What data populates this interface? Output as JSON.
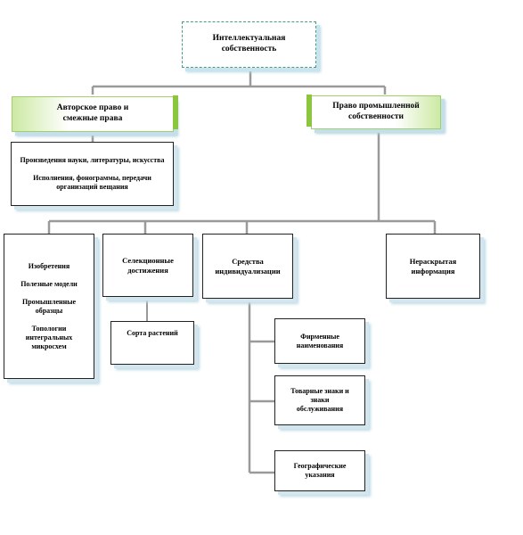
{
  "root": {
    "line1": "Интеллектуальная",
    "line2": "собственность"
  },
  "copyright": {
    "line1": "Авторское право и",
    "line2": "смежные права"
  },
  "industrial": {
    "line1": "Право промышленной",
    "line2": "собственности"
  },
  "copyright_objects": {
    "item1": "Произведения науки, литературы, искусства",
    "item2": "Исполнения, фонограммы, передачи организаций вещания"
  },
  "inventions": {
    "item1": "Изобретения",
    "item2": "Полезные модели",
    "item3": "Промышленные образцы",
    "item4": "Топологии интегральных микросхем"
  },
  "selection": {
    "line1": "Селекционные",
    "line2": "достижения"
  },
  "plant_varieties": "Сорта растений",
  "individualization": {
    "line1": "Средства",
    "line2": "индивидуализации"
  },
  "undisclosed": {
    "line1": "Нераскрытая",
    "line2": "информация"
  },
  "trade_names": {
    "line1": "Фирменные",
    "line2": "наименования"
  },
  "trademarks": {
    "line1": "Товарные знаки и",
    "line2": "знаки",
    "line3": "обслуживания"
  },
  "geo": {
    "line1": "Географические",
    "line2": "указания"
  }
}
